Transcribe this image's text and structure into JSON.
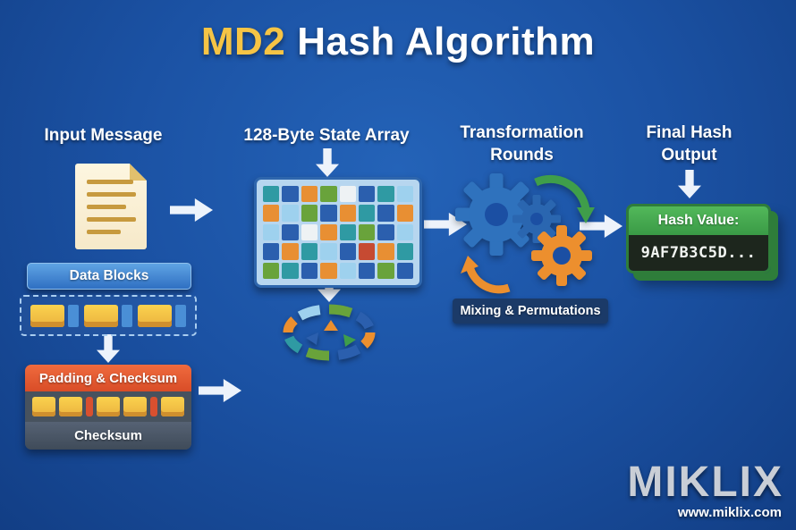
{
  "title": {
    "accent": "MD2",
    "rest": "Hash Algorithm"
  },
  "columns": {
    "input": {
      "header": "Input Message",
      "data_blocks": "Data Blocks",
      "data_block_groups": 3,
      "padding": "Padding & Checksum",
      "padding_blocks": [
        "y",
        "y",
        "r",
        "y",
        "y",
        "r",
        "y"
      ],
      "checksum": "Checksum"
    },
    "state": {
      "header": "128-Byte State Array",
      "grid": {
        "cols": 8,
        "rows": 5,
        "cells": [
          "teal",
          "navy",
          "orange",
          "green",
          "white",
          "navy",
          "teal",
          "sky",
          "orange",
          "sky",
          "green",
          "navy",
          "orange",
          "teal",
          "navy",
          "orange",
          "sky",
          "navy",
          "white",
          "orange",
          "teal",
          "green",
          "navy",
          "sky",
          "navy",
          "orange",
          "teal",
          "sky",
          "navy",
          "red",
          "orange",
          "teal",
          "green",
          "teal",
          "navy",
          "orange",
          "sky",
          "navy",
          "green",
          "navy"
        ]
      }
    },
    "transform": {
      "header_line1": "Transformation",
      "header_line2": "Rounds",
      "caption": "Mixing & Permutations"
    },
    "output": {
      "header_line1": "Final Hash",
      "header_line2": "Output",
      "hash_label": "Hash Value:",
      "hash_value": "9AF7B3C5D..."
    }
  },
  "footer": {
    "brand": "MIKLIX",
    "url": "www.miklix.com"
  },
  "colors": {
    "background": "#1a4fa0",
    "title_accent": "#f6c445",
    "block_yellow": "#f3c84a",
    "block_blue": "#4a8fd6",
    "padding_red": "#e05a33",
    "hash_green": "#3fa24b",
    "label_navy": "#1b3a68"
  }
}
